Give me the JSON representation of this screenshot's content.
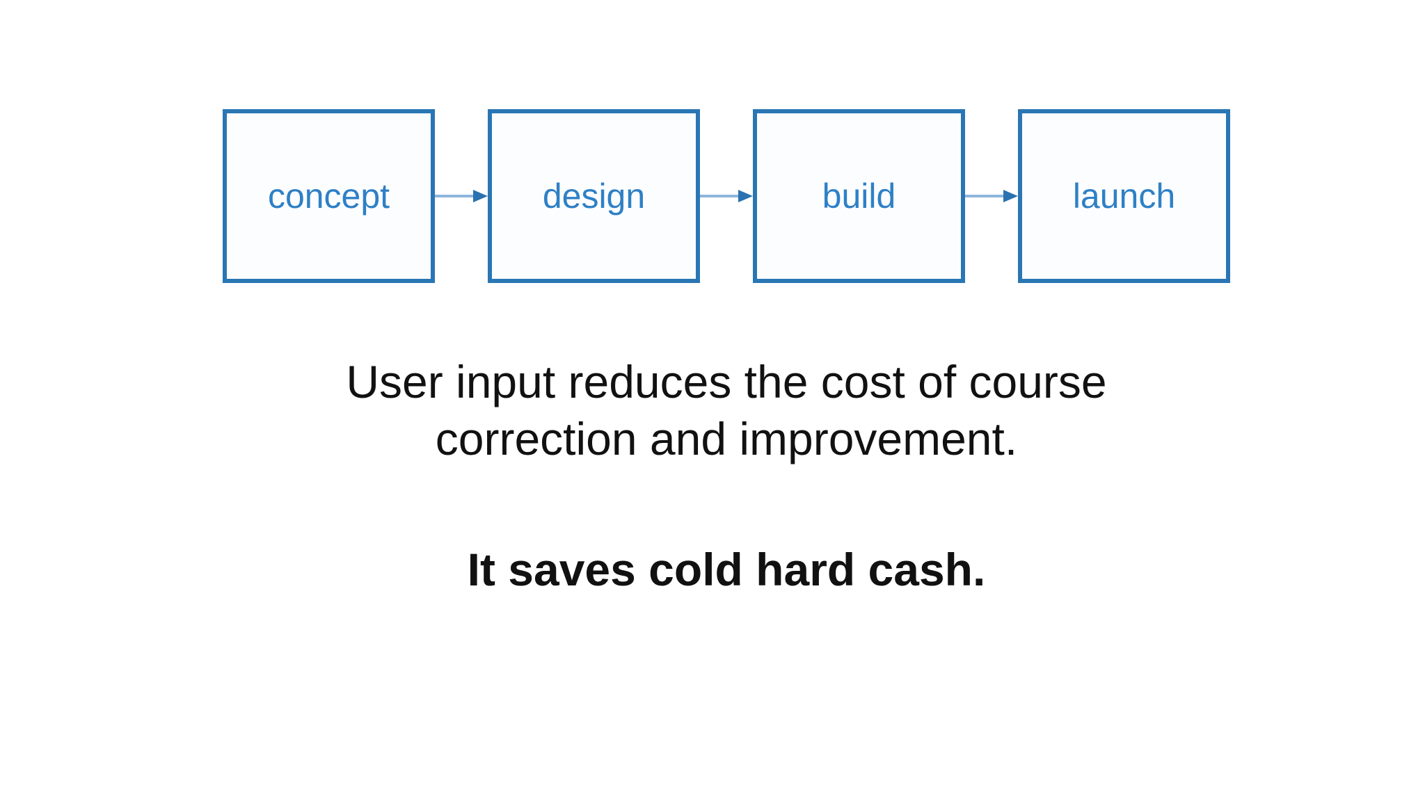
{
  "flow": {
    "steps": [
      {
        "label": "concept"
      },
      {
        "label": "design"
      },
      {
        "label": "build"
      },
      {
        "label": "launch"
      }
    ]
  },
  "caption": {
    "line1": "User input reduces the cost of course",
    "line2": "correction and improvement.",
    "emphasis": "It saves cold hard cash."
  },
  "colors": {
    "slide_bg": "#ffffff",
    "box_border": "#2a76b4",
    "box_label": "#2e80c6",
    "arrow_line": "#8fb6dd",
    "arrow_head": "#2a72b0",
    "text": "#111111"
  }
}
